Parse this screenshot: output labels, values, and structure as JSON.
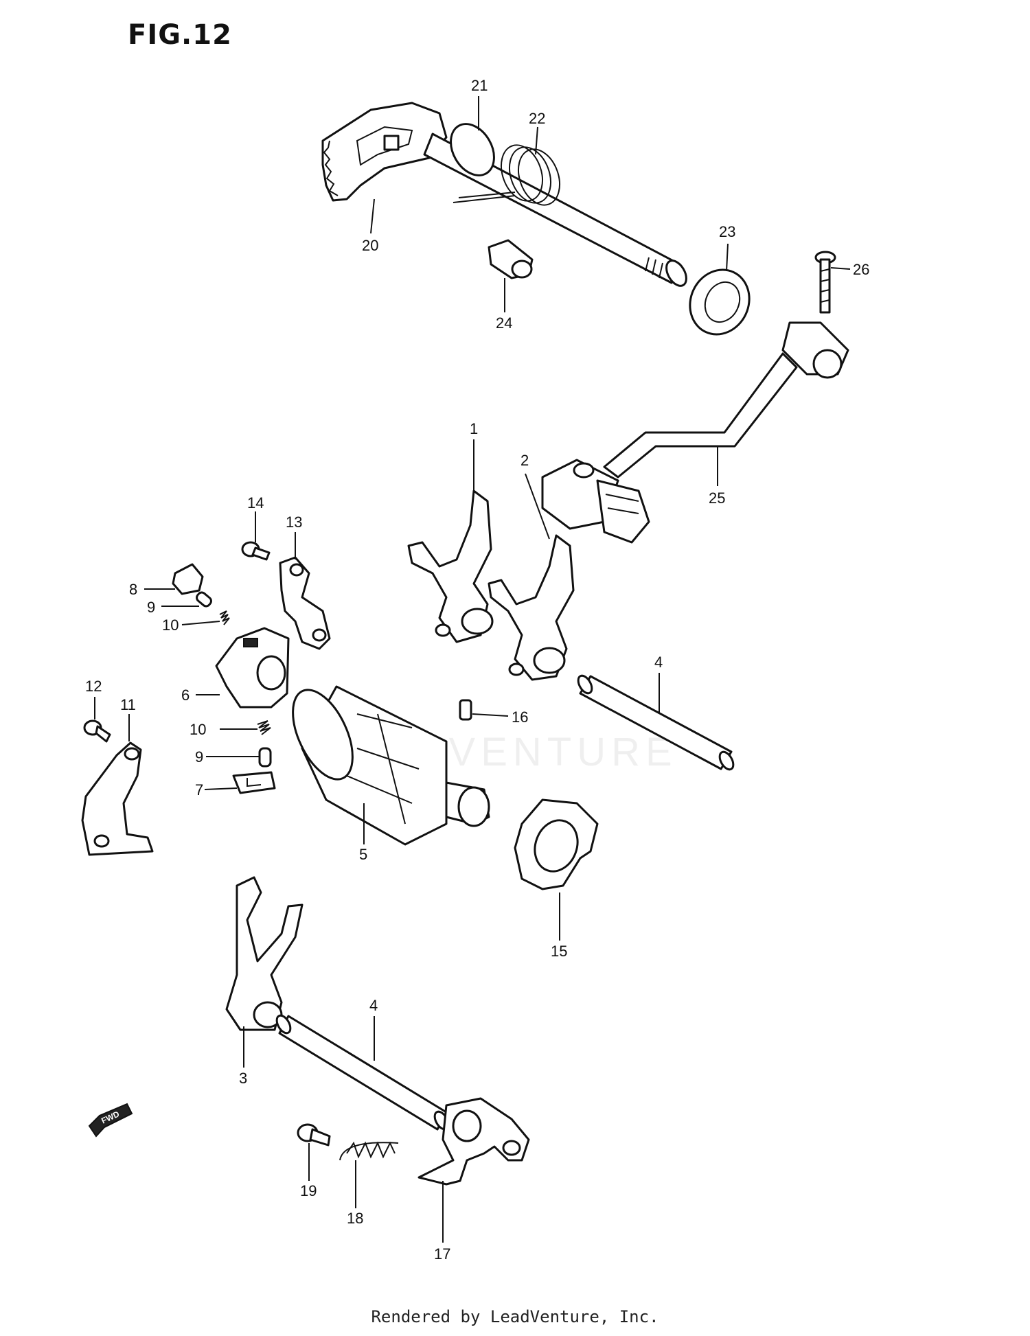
{
  "title": "FIG.12",
  "footer": "Rendered by LeadVenture, Inc.",
  "watermark": "LEADVENTURE",
  "fwd_label": "FWD",
  "callouts": {
    "c1": "1",
    "c2": "2",
    "c3": "3",
    "c4a": "4",
    "c4b": "4",
    "c5": "5",
    "c6": "6",
    "c7": "7",
    "c8": "8",
    "c9a": "9",
    "c9b": "9",
    "c10a": "10",
    "c10b": "10",
    "c11": "11",
    "c12": "12",
    "c13": "13",
    "c14": "14",
    "c15": "15",
    "c16": "16",
    "c17": "17",
    "c18": "18",
    "c19": "19",
    "c20": "20",
    "c21": "21",
    "c22": "22",
    "c23": "23",
    "c24": "24",
    "c25": "25",
    "c26": "26"
  }
}
